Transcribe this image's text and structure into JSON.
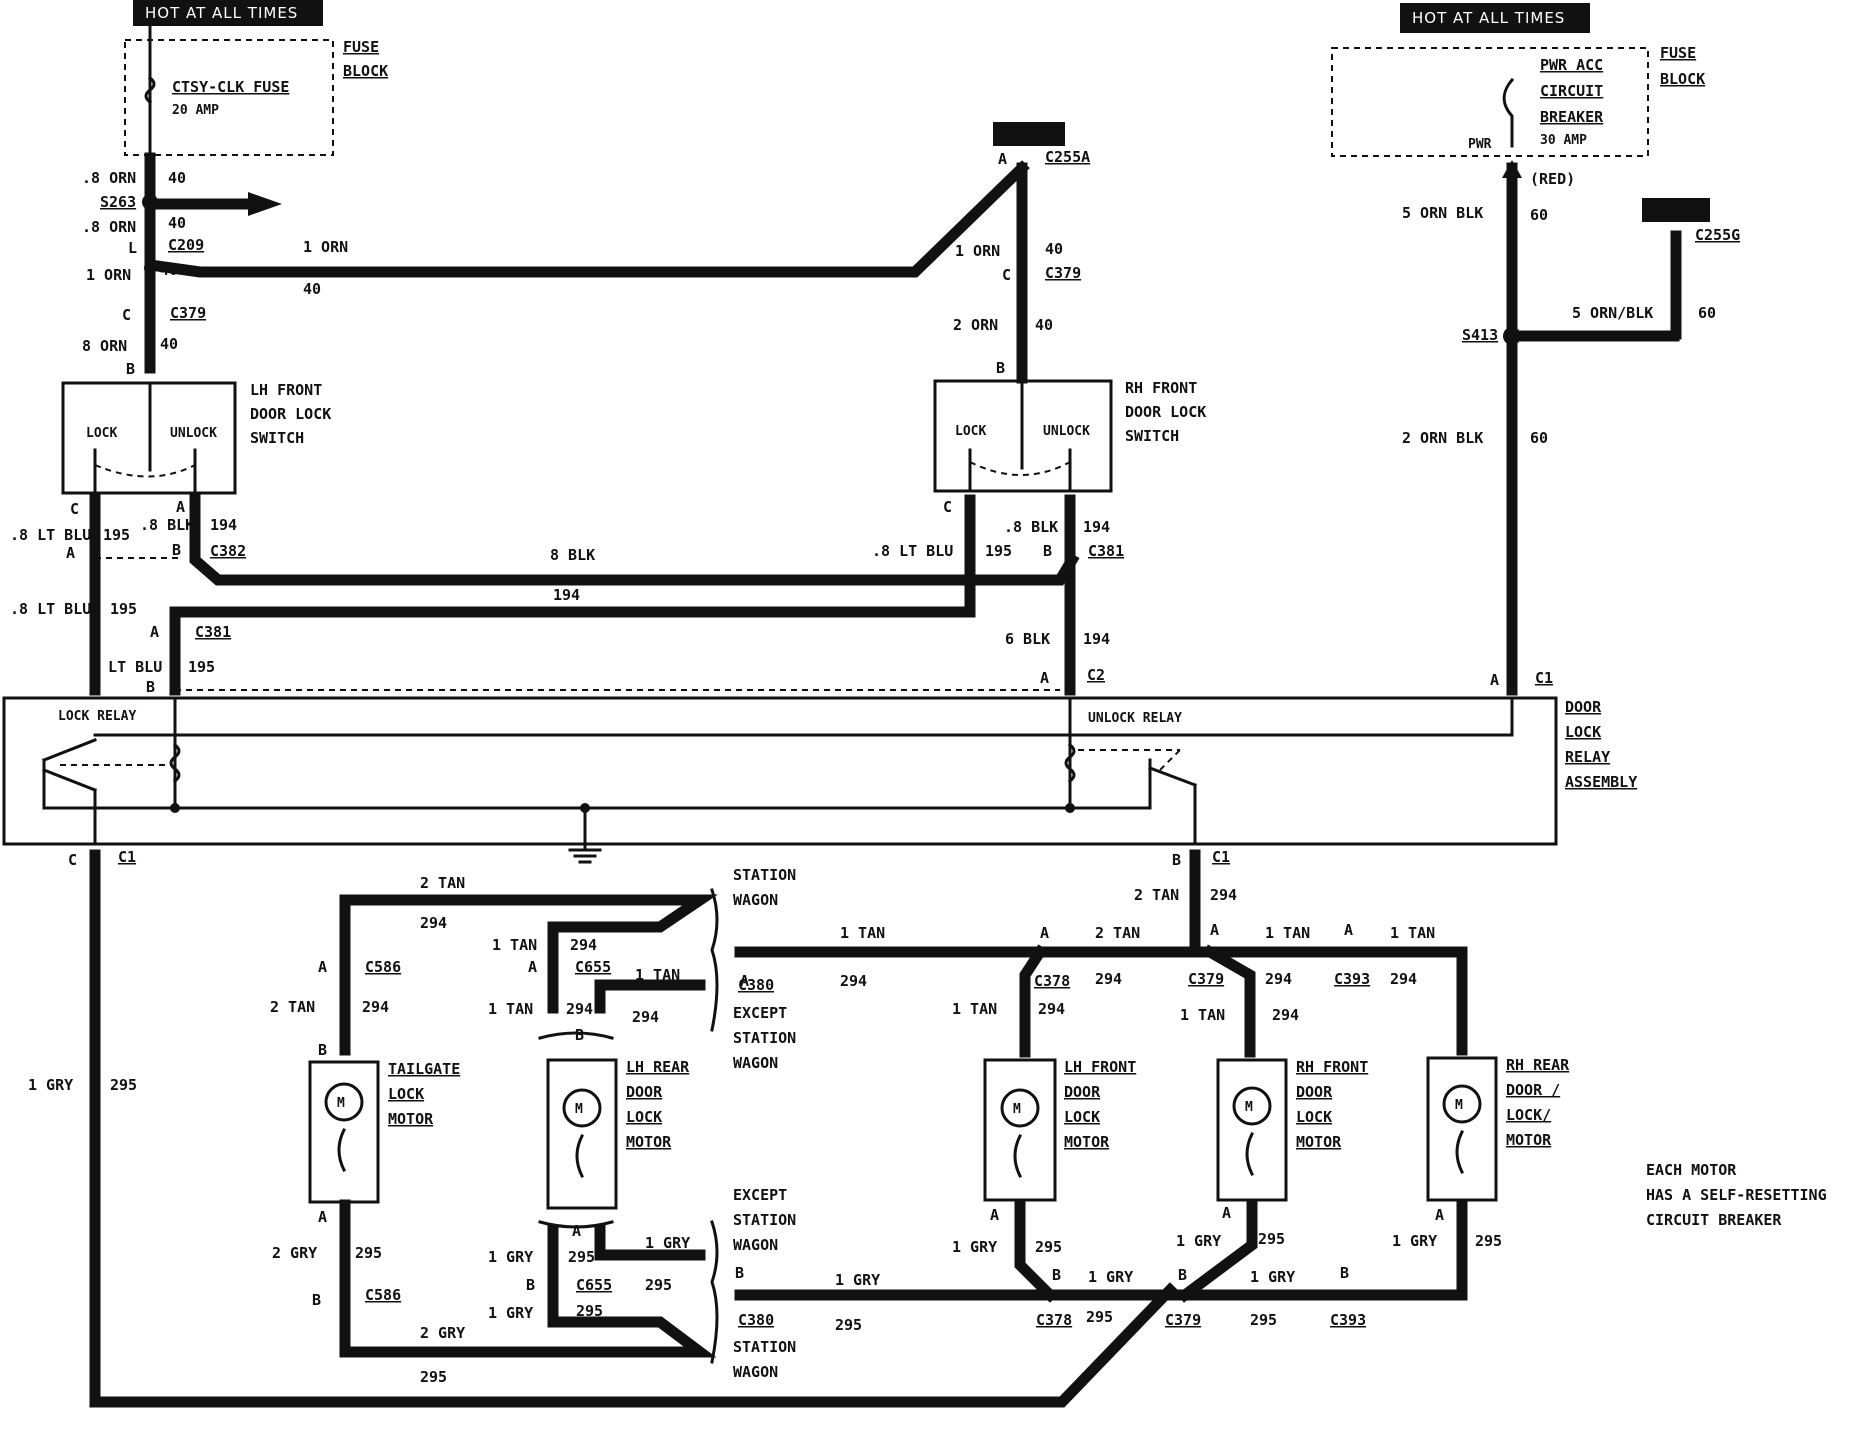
{
  "banners": {
    "hot_left": "HOT AT ALL TIMES",
    "hot_right": "HOT AT ALL TIMES"
  },
  "fuse_left": {
    "block_label_1": "FUSE",
    "block_label_2": "BLOCK",
    "name": "CTSY-CLK FUSE",
    "rating": "20 AMP"
  },
  "fuse_right": {
    "block_label_1": "FUSE",
    "block_label_2": "BLOCK",
    "name_1": "PWR ACC",
    "name_2": "CIRCUIT",
    "name_3": "BREAKER",
    "rating": "30 AMP",
    "terminal": "PWR",
    "wire_color": "(RED)"
  },
  "switches": {
    "lh_1": "LH FRONT",
    "lh_2": "DOOR LOCK",
    "lh_3": "SWITCH",
    "rh_1": "RH FRONT",
    "rh_2": "DOOR LOCK",
    "rh_3": "SWITCH",
    "lock": "LOCK",
    "unlock": "UNLOCK"
  },
  "relay": {
    "lock_relay": "LOCK RELAY",
    "unlock_relay": "UNLOCK RELAY",
    "name_1": "DOOR",
    "name_2": "LOCK",
    "name_3": "RELAY",
    "name_4": "ASSEMBLY"
  },
  "motors": {
    "tailgate": [
      "TAILGATE",
      "LOCK",
      "MOTOR"
    ],
    "lh_rear": [
      "LH REAR",
      "DOOR",
      "LOCK",
      "MOTOR"
    ],
    "lh_front": [
      "LH FRONT",
      "DOOR",
      "LOCK",
      "MOTOR"
    ],
    "rh_front": [
      "RH FRONT",
      "DOOR",
      "LOCK",
      "MOTOR"
    ],
    "rh_rear": [
      "RH REAR",
      "DOOR /",
      "LOCK/",
      "MOTOR"
    ]
  },
  "notes": {
    "station_wagon_1": "STATION",
    "station_wagon_2": "WAGON",
    "except_1": "EXCEPT",
    "except_2": "STATION",
    "except_3": "WAGON",
    "footnote_1": "EACH MOTOR",
    "footnote_2": "HAS A SELF-RESETTING",
    "footnote_3": "CIRCUIT BREAKER"
  },
  "wires": {
    "orn_8": ".8 ORN",
    "orn_1": "1 ORN",
    "orn_2": "2 ORN",
    "orn_8b": "8 ORN",
    "c40": "40",
    "c60": "60",
    "orn_blk_5": "5 ORN BLK",
    "orn_blk_5s": "5 ORN/BLK",
    "orn_blk_2": "2 ORN BLK",
    "lt_blu": ".8 LT BLU",
    "lt_blu_b": "8 LT BLU",
    "c195": "195",
    "blk_8": ".8 BLK",
    "blk_8b": "8 BLK",
    "blk_6": "6 BLK",
    "c194": "194",
    "tan_2": "2 TAN",
    "tan_1": "1 TAN",
    "c294": "294",
    "gry_1": "1 GRY",
    "gry_2": "2 GRY",
    "c295": "295"
  },
  "connectors": {
    "s263": "S263",
    "c209": "C209",
    "c379": "C379",
    "c255a": "C255A",
    "c255g": "C255G",
    "s413": "S413",
    "c382": "C382",
    "c381": "C381",
    "c2": "C2",
    "c1": "C1",
    "c586": "C586",
    "c655": "C655",
    "c380": "C380",
    "c378": "C378",
    "c393": "C393"
  },
  "pins": {
    "a": "A",
    "b": "B",
    "c": "C",
    "l": "L"
  }
}
